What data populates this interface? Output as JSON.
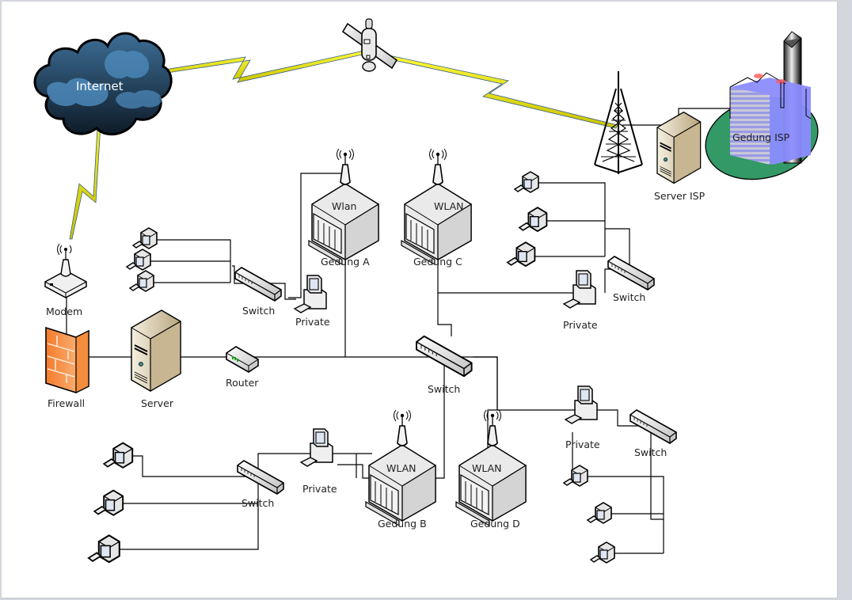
{
  "diagram": {
    "type": "network-topology",
    "colors": {
      "cloud": "#2b4d6e",
      "lightning": "#f2ee1a",
      "firewall": "#f07d2a",
      "isp_ground": "#339966",
      "isp_building": "#8c8cff",
      "wire": "#000000",
      "background": "#ffffff"
    },
    "nodes": {
      "internet": {
        "label": "Internet",
        "icon": "cloud-icon"
      },
      "satellite": {
        "label": "",
        "icon": "satellite-icon"
      },
      "tower": {
        "label": "",
        "icon": "radio-tower-icon"
      },
      "server_isp": {
        "label": "Server ISP",
        "icon": "server-icon"
      },
      "gedung_isp": {
        "label": "Gedung ISP",
        "icon": "office-building-icon"
      },
      "modem": {
        "label": "Modem",
        "icon": "wireless-modem-icon"
      },
      "firewall": {
        "label": "Firewall",
        "icon": "firewall-icon"
      },
      "server": {
        "label": "Server",
        "icon": "server-icon"
      },
      "router": {
        "label": "Router",
        "icon": "router-icon"
      },
      "switch_a": {
        "label": "Switch",
        "icon": "switch-icon"
      },
      "private_a": {
        "label": "Private",
        "icon": "workstation-icon"
      },
      "gedung_a": {
        "label": "Gedung A",
        "inner_label": "Wlan",
        "icon": "wlan-building-icon"
      },
      "gedung_c": {
        "label": "Gedung C",
        "inner_label": "WLAN",
        "icon": "wlan-building-icon"
      },
      "switch_c": {
        "label": "Switch",
        "icon": "switch-icon"
      },
      "private_c": {
        "label": "Private",
        "icon": "workstation-icon"
      },
      "switch_core": {
        "label": "Switch",
        "icon": "switch-icon"
      },
      "gedung_b": {
        "label": "Gedung B",
        "inner_label": "WLAN",
        "icon": "wlan-building-icon"
      },
      "gedung_d": {
        "label": "Gedung D",
        "inner_label": "WLAN",
        "icon": "wlan-building-icon"
      },
      "switch_b": {
        "label": "Switch",
        "icon": "switch-icon"
      },
      "private_b": {
        "label": "Private",
        "icon": "workstation-icon"
      },
      "switch_d": {
        "label": "Switch",
        "icon": "switch-icon"
      },
      "private_d": {
        "label": "Private",
        "icon": "workstation-icon"
      }
    },
    "client_groups": [
      {
        "group": "gedung-a-clients",
        "count": 3
      },
      {
        "group": "gedung-c-clients",
        "count": 3
      },
      {
        "group": "gedung-b-clients",
        "count": 3
      },
      {
        "group": "gedung-d-clients",
        "count": 3
      }
    ]
  }
}
